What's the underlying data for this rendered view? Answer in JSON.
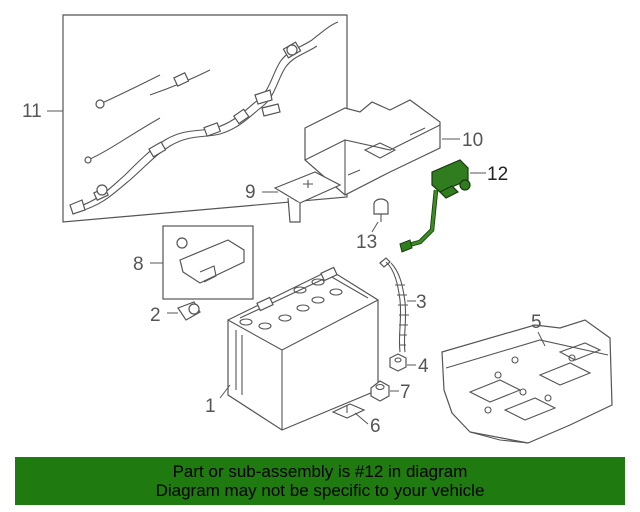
{
  "callouts": {
    "c1": "1",
    "c2": "2",
    "c3": "3",
    "c4": "4",
    "c5": "5",
    "c6": "6",
    "c7": "7",
    "c8": "8",
    "c9": "9",
    "c10": "10",
    "c11": "11",
    "c12": "12",
    "c13": "13"
  },
  "highlight": {
    "part_number": "12",
    "color": "#1f7a0f"
  },
  "banner": {
    "line1": "Part or sub-assembly is #12 in diagram",
    "line2": "Diagram may not be specific to your vehicle",
    "color": "#1f7a0f"
  }
}
